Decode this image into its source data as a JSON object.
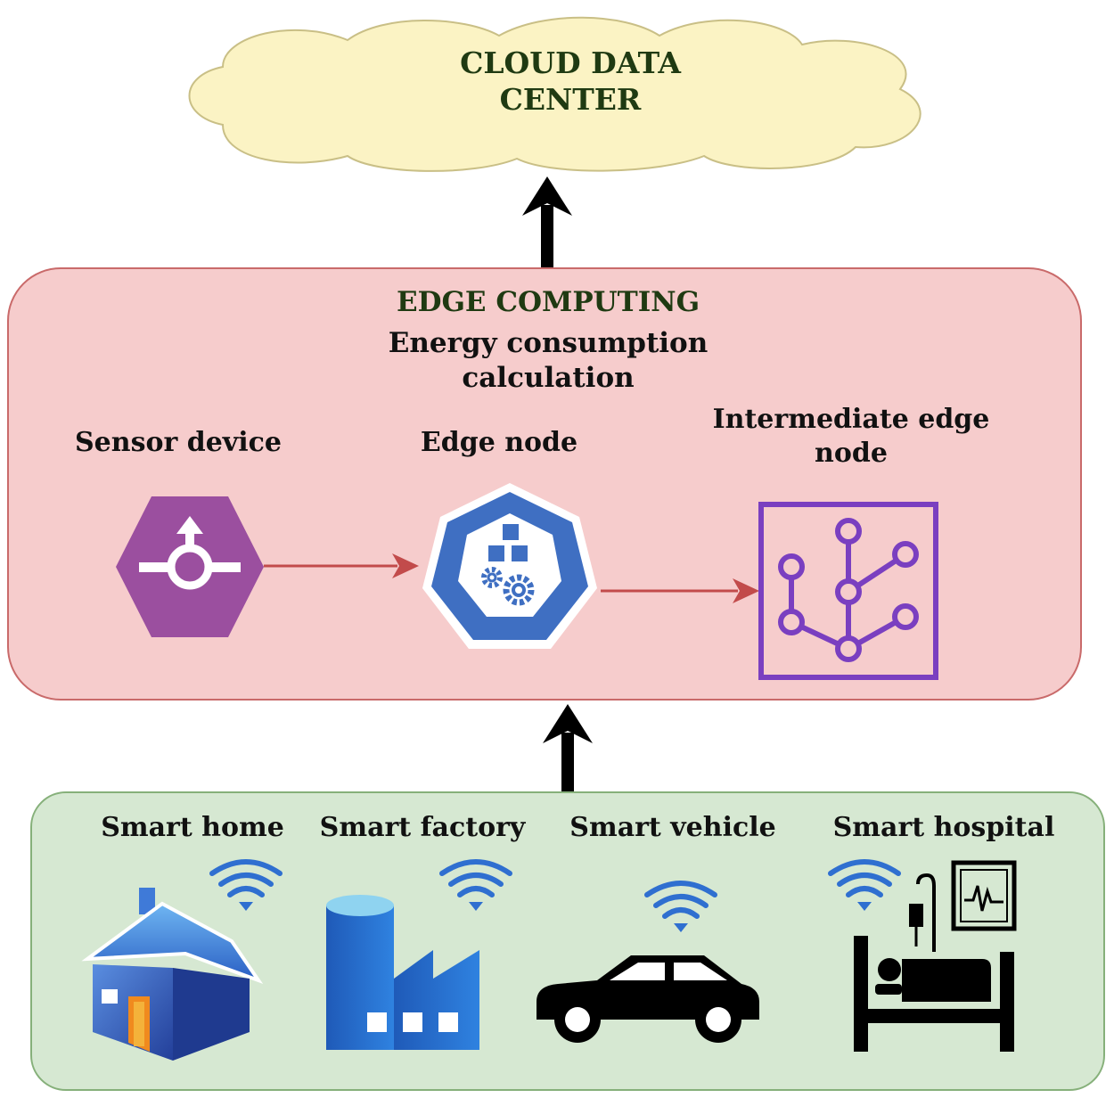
{
  "cloud": {
    "title_line1": "CLOUD DATA",
    "title_line2": "CENTER"
  },
  "edge": {
    "title": "EDGE COMPUTING",
    "subtitle_line1": "Energy consumption",
    "subtitle_line2": "calculation",
    "nodes": [
      {
        "label_line1": "Sensor device",
        "label_line2": "",
        "icon": "sensor-icon"
      },
      {
        "label_line1": "Edge node",
        "label_line2": "",
        "icon": "kubernetes-icon"
      },
      {
        "label_line1": "Intermediate edge",
        "label_line2": "node",
        "icon": "network-tree-icon"
      }
    ]
  },
  "iot": {
    "items": [
      {
        "label": "Smart home",
        "icon": "house-icon"
      },
      {
        "label": "Smart factory",
        "icon": "factory-icon"
      },
      {
        "label": "Smart vehicle",
        "icon": "car-icon"
      },
      {
        "label": "Smart hospital",
        "icon": "hospital-bed-icon"
      }
    ]
  },
  "colors": {
    "cloud_fill": "#fbf3c4",
    "edge_panel": "#f6cccc",
    "iot_panel": "#d6e8d2",
    "sensor_purple": "#9b4f9f",
    "edge_blue": "#3f6fc2",
    "tree_purple": "#7a3fc0",
    "flow_arrow": "#c24b4b",
    "wifi_blue": "#2f6fd0"
  }
}
